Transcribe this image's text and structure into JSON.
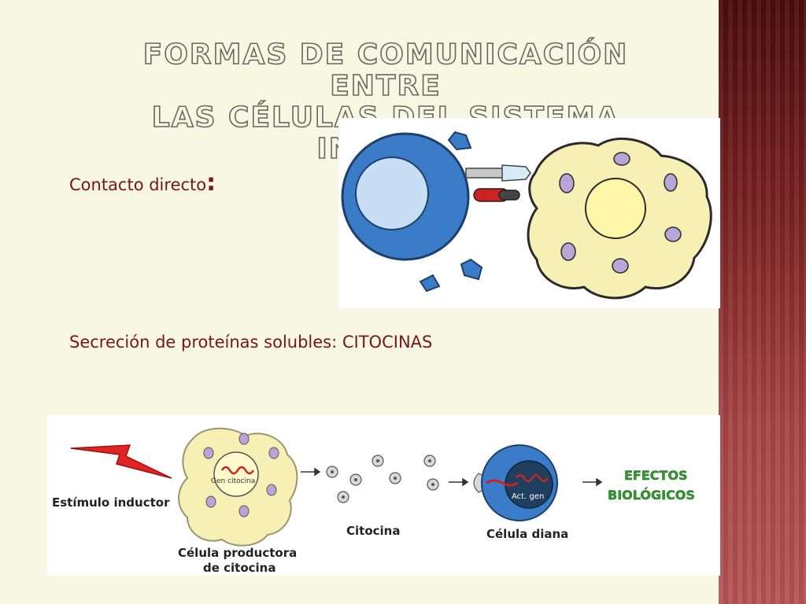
{
  "slide": {
    "title_line1": "FORMAS DE COMUNICACIÓN ENTRE",
    "title_line2": "LAS CÉLULAS DEL SISTEMA INMUNE"
  },
  "sections": {
    "contact_label": "Contacto directo",
    "contact_colon": ":",
    "secretion_label": "Secreción de proteínas solubles:  CITOCINAS"
  },
  "diagram": {
    "stimulus": "Estímulo inductor",
    "producer_cell_line1": "Célula productora",
    "producer_cell_line2": "de citocina",
    "gene_label": "Gen citocina",
    "cytokine": "Citocina",
    "target_cell": "Célula diana",
    "act_gene": "Act. gen",
    "effects_line1": "EFECTOS",
    "effects_line2": "BIOLÓGICOS"
  },
  "colors": {
    "title_outline": "#6b6860",
    "label_text": "#7a1515",
    "cell_blue": "#3a7cc8",
    "cell_yellow": "#f7f0b4",
    "vesicle_purple": "#b8a6d6",
    "effects_green": "#2e9a2e",
    "stimulus_red": "#e02424"
  }
}
